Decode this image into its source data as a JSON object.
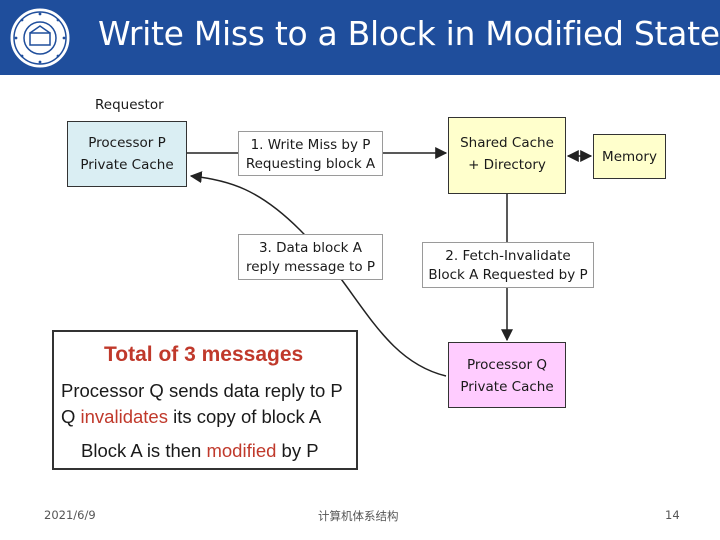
{
  "header": {
    "title": "Write Miss to a Block in Modified State",
    "logo_icon": "university-seal-icon"
  },
  "diagram": {
    "requestor_label": "Requestor",
    "processor_p": [
      "Processor P",
      "Private Cache"
    ],
    "shared_cache": [
      "Shared Cache",
      "+ Directory"
    ],
    "memory": "Memory",
    "processor_q": [
      "Processor Q",
      "Private Cache"
    ],
    "messages": [
      [
        "1. Write Miss by P",
        "Requesting block A"
      ],
      [
        "2. Fetch-Invalidate",
        "Block A Requested by P"
      ],
      [
        "3. Data block A",
        "reply message to P"
      ]
    ]
  },
  "summary": {
    "title": "Total of 3 messages",
    "line1": "Processor Q sends data reply to P",
    "line2_a": "Q ",
    "line2_b": "invalidates",
    "line2_c": " its copy of block A",
    "line3_a": "Block A is then ",
    "line3_b": "modified",
    "line3_c": " by P"
  },
  "footer": {
    "date": "2021/6/9",
    "course": "计算机体系结构",
    "page": "14"
  },
  "colors": {
    "header": "#1f4e9c",
    "processor_p": "#daeef3",
    "shared_cache": "#ffffcc",
    "processor_q": "#ffccff",
    "highlight": "#c0392b"
  }
}
